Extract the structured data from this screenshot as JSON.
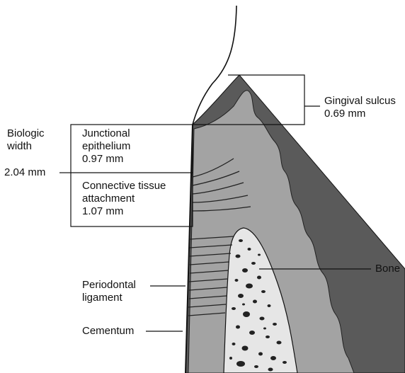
{
  "labels": {
    "gingival_sulcus": {
      "name": "Gingival sulcus",
      "value": "0.69 mm"
    },
    "biologic_width": {
      "line1": "Biologic",
      "line2": "width",
      "value": "2.04 mm"
    },
    "junctional_epithelium": {
      "line1": "Junctional",
      "line2": "epithelium",
      "value": "0.97 mm"
    },
    "connective_tissue": {
      "line1": "Connective tissue",
      "line2": "attachment",
      "value": "1.07 mm"
    },
    "bone": "Bone",
    "periodontal_ligament": {
      "line1": "Periodontal",
      "line2": "ligament"
    },
    "cementum": "Cementum"
  },
  "colors": {
    "epithelium": "#5a5a5a",
    "connective_tissue": "#a3a3a3",
    "bone": "#e6e6e6",
    "lines": "#111111"
  }
}
